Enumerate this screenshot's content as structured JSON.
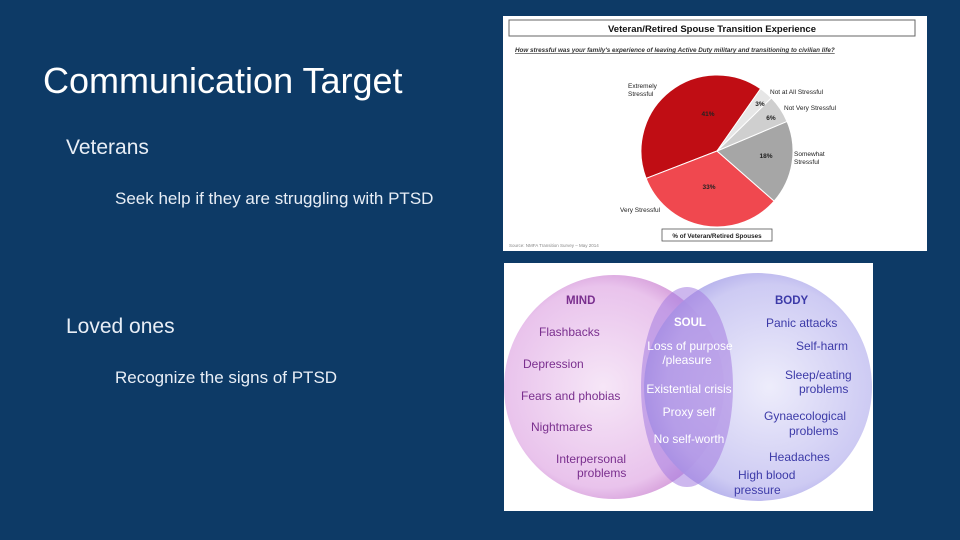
{
  "slide": {
    "title": "Communication Target",
    "sections": [
      {
        "heading": "Veterans",
        "detail": "Seek help if they are struggling with PTSD"
      },
      {
        "heading": "Loved ones",
        "detail": "Recognize the signs of PTSD"
      }
    ]
  },
  "pie_figure": {
    "title": "Veteran/Retired  Spouse Transition Experience",
    "question": "How stressful was your family's experience of leaving Active Duty military and transitioning to civilian life?",
    "legend": "% of Veteran/Retired Spouses",
    "source": "Source: NMFA Transition Survey – May 2014",
    "colors": {
      "extremely": "#c00d14",
      "very": "#f0484f",
      "somewhat": "#a6a6a6",
      "not_very": "#cfcfcf",
      "not_at_all": "#e6e6e6"
    }
  },
  "chart_data": {
    "type": "pie",
    "title": "Veteran/Retired  Spouse Transition Experience",
    "categories": [
      "Extremely Stressful",
      "Very Stressful",
      "Somewhat Stressful",
      "Not Very Stressful",
      "Not at All Stressful"
    ],
    "values": [
      41,
      33,
      18,
      6,
      3
    ],
    "value_labels": [
      "41%",
      "33%",
      "18%",
      "6%",
      "3%"
    ]
  },
  "venn": {
    "mind": {
      "title": "MIND",
      "items": [
        "Flashbacks",
        "Depression",
        "Fears and phobias",
        "Nightmares",
        "Interpersonal",
        "problems"
      ]
    },
    "soul": {
      "title": "SOUL",
      "items": [
        "Loss of purpose",
        "/pleasure",
        "Existential crisis",
        "Proxy self",
        "No self-worth"
      ]
    },
    "body": {
      "title": "BODY",
      "items": [
        "Panic attacks",
        "Self-harm",
        "Sleep/eating",
        "problems",
        "Gynaecological",
        "problems",
        "Headaches",
        "High blood",
        "pressure"
      ]
    }
  }
}
